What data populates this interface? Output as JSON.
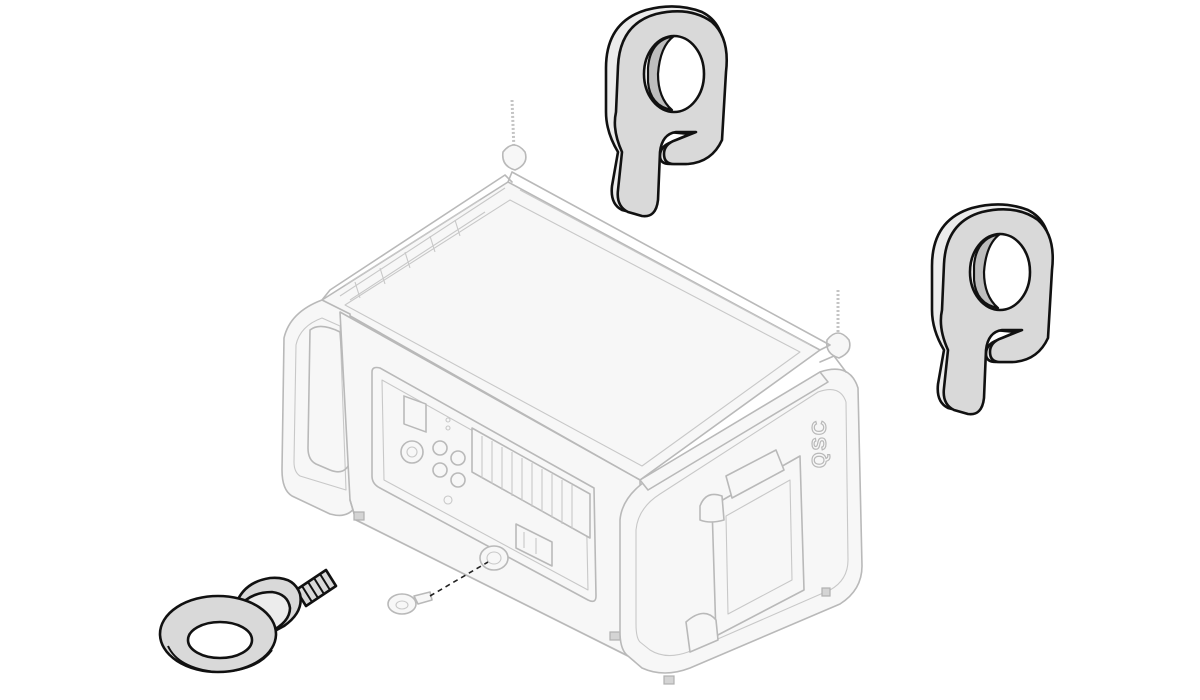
{
  "figure": {
    "logo_text": "QSC",
    "parts": [
      {
        "icon": "hook-icon",
        "name": "rigging-hook"
      },
      {
        "icon": "hook-icon",
        "name": "rigging-hook"
      },
      {
        "icon": "eyebolt-icon",
        "name": "eyebolt"
      },
      {
        "icon": "speaker-cabinet-icon",
        "name": "loudspeaker-cabinet"
      }
    ]
  }
}
